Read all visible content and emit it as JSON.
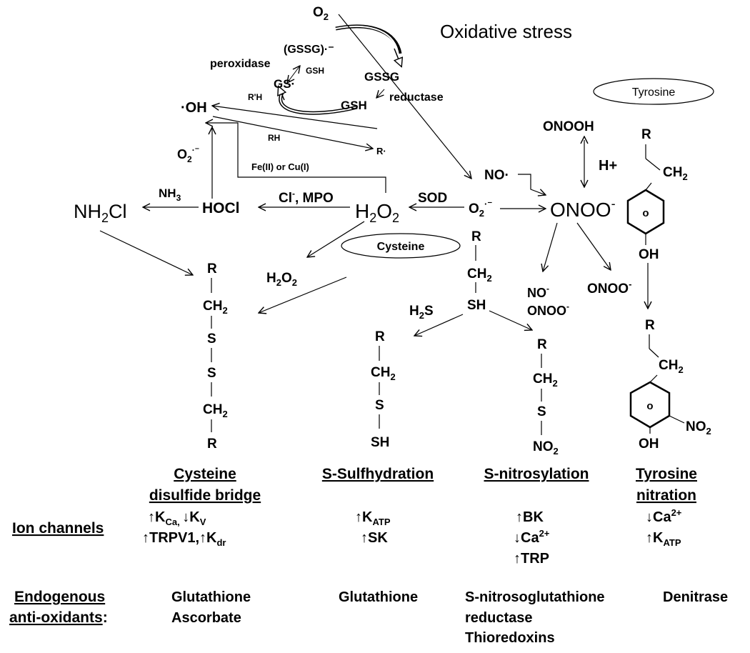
{
  "title": "Oxidative stress",
  "glutathione_cycle": {
    "o2": "O2",
    "gssg_radical": "(GSSG)·⁻",
    "peroxidase": "peroxidase",
    "gsh_small": "GSH",
    "gs_radical": "GS·",
    "gssg": "GSSG",
    "reductase": "reductase",
    "gsh": "GSH",
    "r_prime_h": "R'H",
    "rh": "RH",
    "r_radical": "R·"
  },
  "species": {
    "hydroxyl": "·OH",
    "superoxide_left": "O2·⁻",
    "metal": "Fe(II) or Cu(I)",
    "nh3": "NH3",
    "hocl": "HOCl",
    "nh2cl": "NH2Cl",
    "cl_mpo": "Cl⁻, MPO",
    "h2o2": "H2O2",
    "sod": "SOD",
    "superoxide": "O2·⁻",
    "no": "NO·",
    "onooh": "ONOOH",
    "h_plus": "H+",
    "onoo": "ONOO⁻",
    "h2o2_small": "H2O2",
    "h2s": "H2S",
    "no_minus": "NO⁻",
    "onoo_minus": "ONOO⁻",
    "onoo_right": "ONOO⁻",
    "cysteine_label": "Cysteine",
    "tyrosine_label": "Tyrosine"
  },
  "structures": {
    "r": "R",
    "ch2": "CH2",
    "s": "S",
    "sh": "SH",
    "no2": "NO2",
    "oh": "OH",
    "ring": "o"
  },
  "modifications": [
    {
      "name_line1": "Cysteine",
      "name_line2": "disulfide bridge"
    },
    {
      "name_line1": "S-Sulfhydration",
      "name_line2": ""
    },
    {
      "name_line1": "S-nitrosylation",
      "name_line2": ""
    },
    {
      "name_line1": "Tyrosine",
      "name_line2": "nitration"
    }
  ],
  "ion_channels": {
    "label": "Ion channels",
    "disulfide": [
      "↑KCa, ↓KV",
      "↑TRPV1,↑Kdr"
    ],
    "sulfhydration": [
      "↑KATP",
      "↑SK"
    ],
    "nitrosylation": [
      "↑BK",
      "↓Ca2+",
      "↑TRP"
    ],
    "nitration": [
      "↓Ca2+",
      "↑KATP"
    ]
  },
  "antioxidants": {
    "label_line1": "Endogenous",
    "label_line2": "anti-oxidants:",
    "disulfide": [
      "Glutathione",
      "Ascorbate"
    ],
    "sulfhydration": [
      "Glutathione"
    ],
    "nitrosylation": [
      "S-nitrosoglutathione",
      "reductase",
      "Thioredoxins"
    ],
    "nitration": [
      "Denitrase"
    ]
  }
}
